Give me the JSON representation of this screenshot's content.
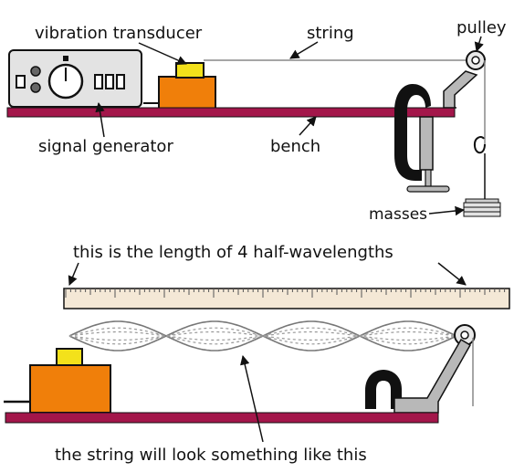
{
  "labels": {
    "vibration_transducer": "vibration transducer",
    "string": "string",
    "pulley": "pulley",
    "signal_generator": "signal generator",
    "bench": "bench",
    "masses": "masses",
    "ruler_caption": "this is the length of 4 half-wavelengths",
    "bottom_caption": "the string will look something like this"
  },
  "colors": {
    "bench": "#a3164a",
    "transducer_block": "#f07f0a",
    "transducer_top": "#f3e11b",
    "generator_body": "#e3e3e3",
    "clamp": "#111111",
    "clamp_bracket": "#b8b8b8",
    "ruler": "#f4e8d6"
  },
  "standing_wave": {
    "half_wavelengths": 4
  }
}
